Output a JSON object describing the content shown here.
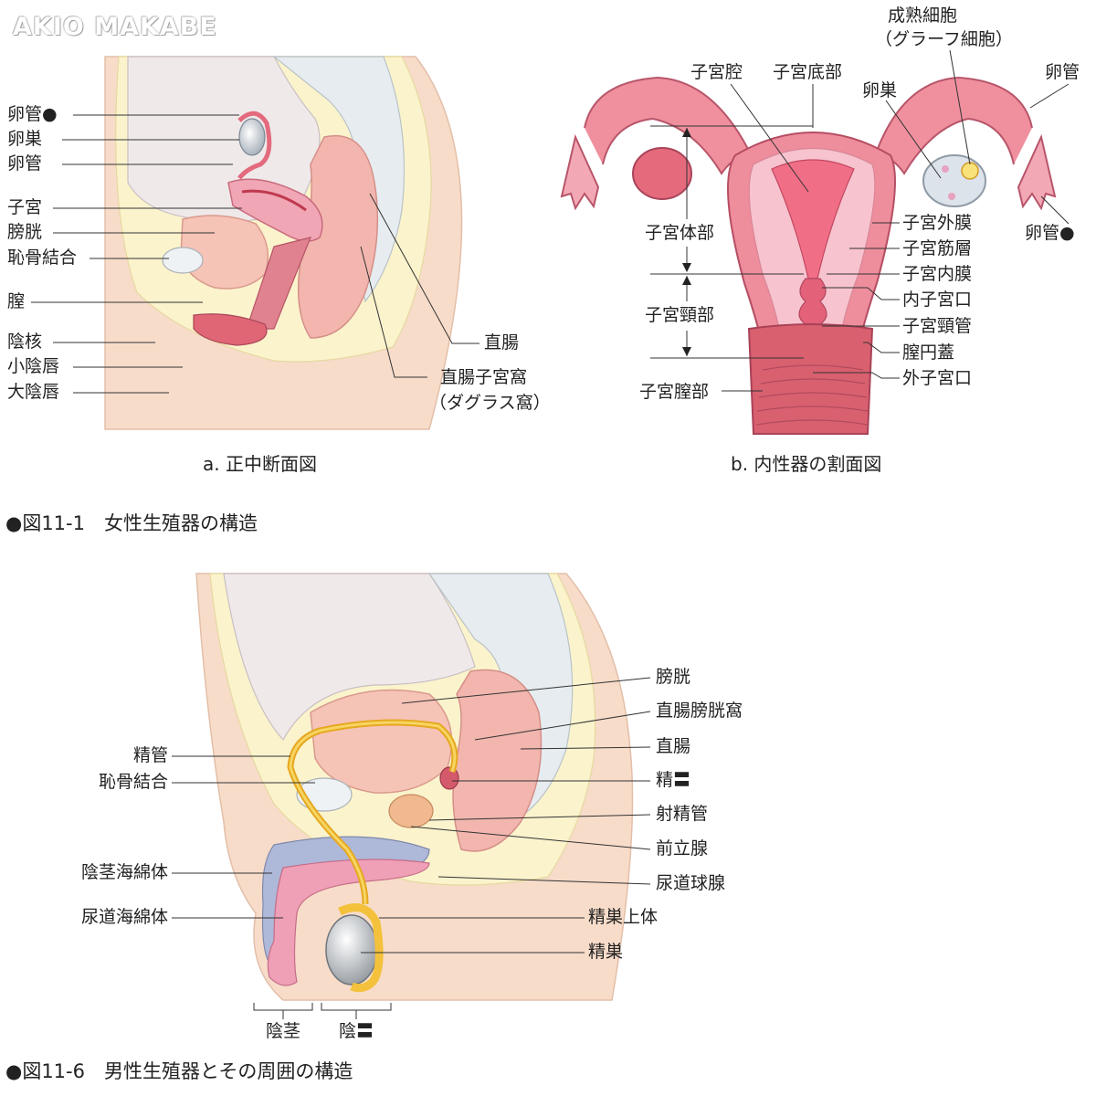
{
  "watermark": "AKIO MAKABE",
  "figure1": {
    "caption": "●図11-1　女性生殖器の構造",
    "panel_a": {
      "caption": "a. 正中断面図",
      "labels_left": [
        "卵管●",
        "卵巣",
        "卵管",
        "子宮",
        "膀胱",
        "恥骨結合",
        "膣",
        "陰核",
        "小陰唇",
        "大陰唇"
      ],
      "label_rectum": "直腸",
      "label_douglas_1": "直腸子宮窩",
      "label_douglas_2": "（ダグラス窩）"
    },
    "panel_b": {
      "caption": "b. 内性器の割面図",
      "top_cavity": "子宮腔",
      "top_fundus": "子宮底部",
      "mature_follicle_1": "成熟細胞",
      "mature_follicle_2": "（グラーフ細胞）",
      "ovary": "卵巣",
      "tube_top": "卵管",
      "tube_side": "卵管●",
      "body": "子宮体部",
      "cervix": "子宮頸部",
      "vaginal_part": "子宮膣部",
      "right_labels": [
        "子宮外膜",
        "子宮筋層",
        "子宮内膜",
        "内子宮口",
        "子宮頸管",
        "膣円蓋",
        "外子宮口"
      ]
    }
  },
  "figure2": {
    "caption": "●図11-6　男性生殖器とその周囲の構造",
    "labels_left": [
      "精管",
      "恥骨結合",
      "陰茎海綿体",
      "尿道海綿体"
    ],
    "labels_right": [
      "膀胱",
      "直腸膀胱窩",
      "直腸",
      "精〓",
      "射精管",
      "前立腺",
      "尿道球腺",
      "精巣上体",
      "精巣"
    ],
    "bottom_penis": "陰茎",
    "bottom_scrotum": "陰〓"
  },
  "colors": {
    "skin": "#f7dcc9",
    "fat": "#fbf3cc",
    "organ": "#f2b6ae",
    "uterus": "#e8798a",
    "uterus_light": "#f7c6cf",
    "bone": "#e9eef2",
    "vas": "#f3c13b",
    "blue": "#aeb8d8",
    "pink": "#ef9fb6",
    "grey": "#d6d8da",
    "line": "#333333"
  }
}
